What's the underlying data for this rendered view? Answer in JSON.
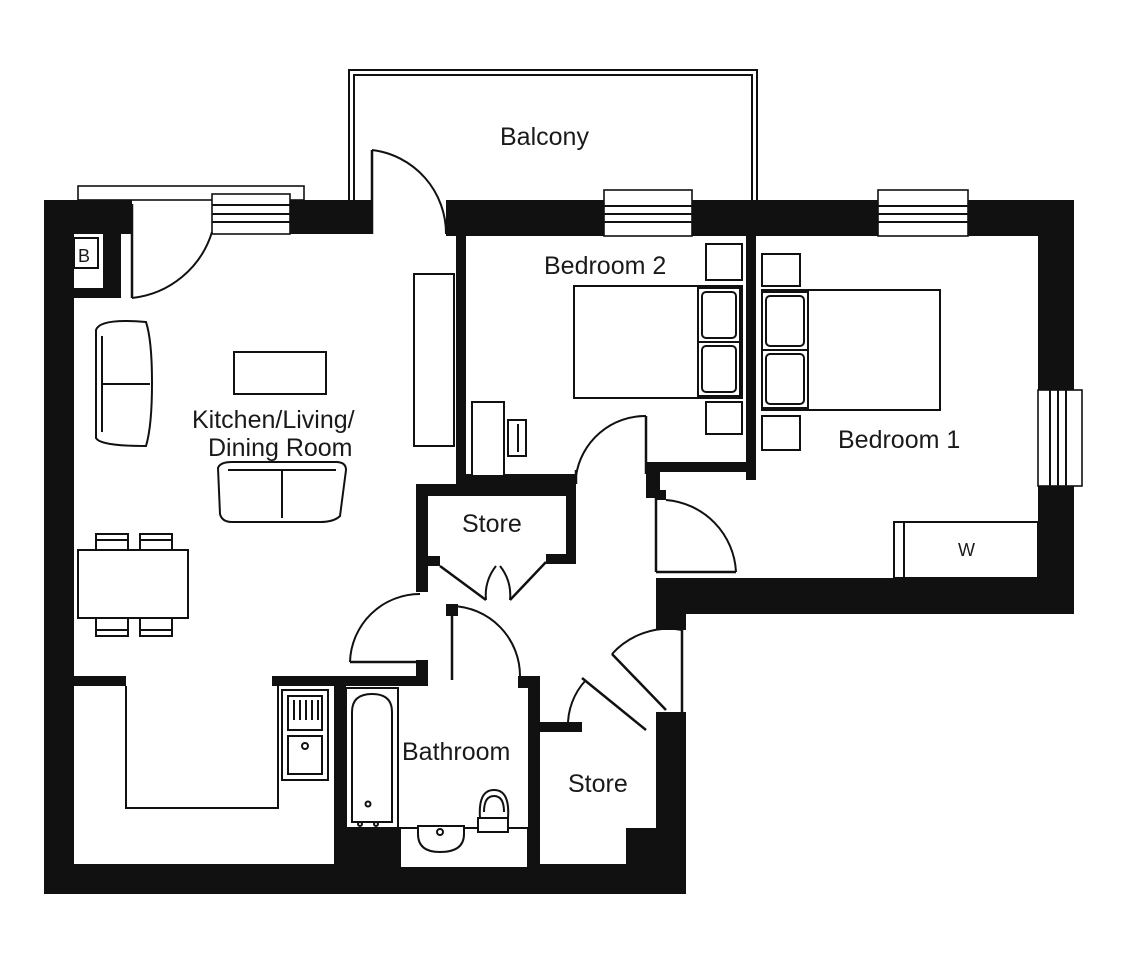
{
  "floorplan": {
    "rooms": {
      "balcony": "Balcony",
      "bedroom2": "Bedroom 2",
      "bedroom1": "Bedroom 1",
      "kitchen_line1": "Kitchen/Living/",
      "kitchen_line2": "Dining Room",
      "store_upper": "Store",
      "store_lower": "Store",
      "bathroom": "Bathroom"
    },
    "markers": {
      "boiler": "B",
      "wardrobe": "W"
    }
  }
}
